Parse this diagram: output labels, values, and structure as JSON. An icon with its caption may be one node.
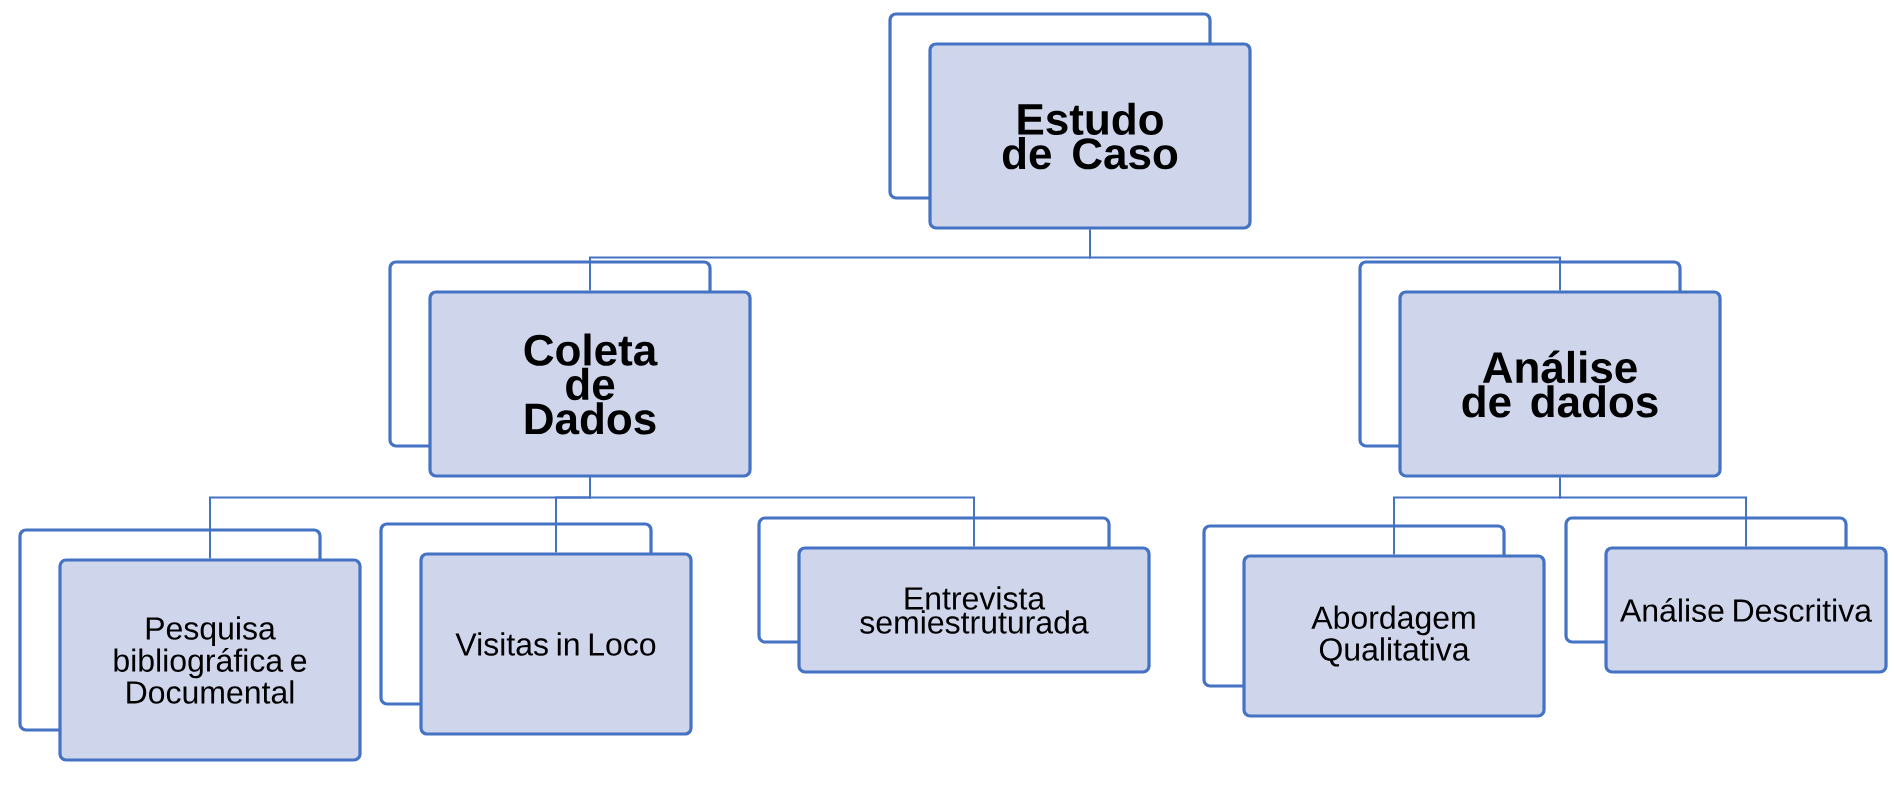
{
  "diagram": {
    "nodes": [
      {
        "text": [
          "Estudo de Caso"
        ]
      },
      {
        "text": [
          "Coleta de Dados"
        ]
      },
      {
        "text": [
          "Análise de dados"
        ]
      },
      {
        "text": [
          "Pesquisa bibliográfica e Documental"
        ]
      },
      {
        "text": [
          "Visitas in Loco"
        ]
      },
      {
        "text": [
          "Entrevista semiestruturada"
        ]
      },
      {
        "text": [
          "Abordagem Qualitativa"
        ]
      },
      {
        "text": [
          "Análise Descritiva"
        ]
      }
    ],
    "edges": [
      {
        "from": 0,
        "to": 1,
        "arrow": "none"
      },
      {
        "from": 0,
        "to": 2,
        "arrow": "none"
      },
      {
        "from": 1,
        "to": 3,
        "arrow": "none"
      },
      {
        "from": 1,
        "to": 4,
        "arrow": "none"
      },
      {
        "from": 1,
        "to": 5,
        "arrow": "none"
      },
      {
        "from": 2,
        "to": 6,
        "arrow": "none"
      },
      {
        "from": 2,
        "to": 7,
        "arrow": "none"
      }
    ]
  }
}
